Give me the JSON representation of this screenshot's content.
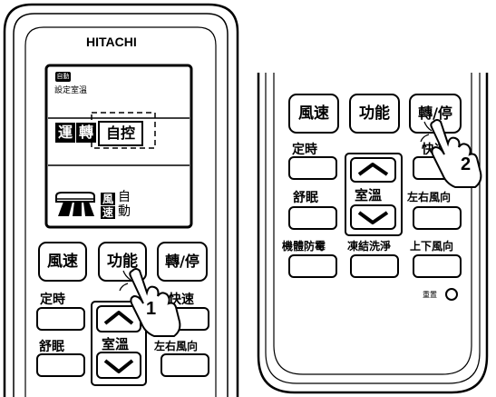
{
  "remote_left": {
    "brand": "HITACHI",
    "lcd": {
      "badge": "自動",
      "set_temp_label": "設定室溫",
      "mode_run": "運",
      "mode_turn": "轉",
      "mode_auto": "自控",
      "fan_badge_top": "風",
      "fan_badge_bottom": "速",
      "fan_text_top": "自",
      "fan_text_bottom": "動"
    },
    "buttons": {
      "fan_speed": "風速",
      "function": "功能",
      "on_off": "轉/停",
      "timer": "定時",
      "turbo": "快速",
      "sleep": "舒眠",
      "room_temp": "室溫",
      "swing_lr": "左右風向"
    },
    "step_number": "1"
  },
  "remote_right": {
    "buttons": {
      "fan_speed": "風速",
      "function": "功能",
      "on_off": "轉/停",
      "timer": "定時",
      "turbo": "快速",
      "sleep": "舒眠",
      "room_temp": "室溫",
      "swing_lr": "左右風向",
      "self_clean": "機體防霉",
      "freeze_wash": "凍結洗淨",
      "swing_ud": "上下風向",
      "reset": "重置"
    },
    "step_number": "2"
  },
  "icons": [
    "up-arrow-icon",
    "down-arrow-icon",
    "pointing-hand-icon",
    "indoor-unit-icon"
  ]
}
